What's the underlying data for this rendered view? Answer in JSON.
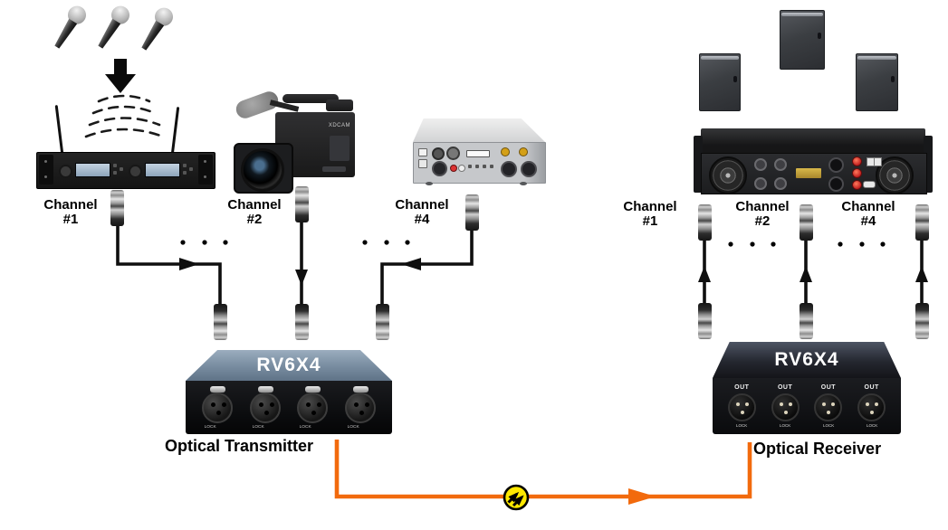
{
  "transmitter_side": {
    "channels": [
      {
        "word": "Channel",
        "number": "#1"
      },
      {
        "word": "Channel",
        "number": "#2"
      },
      {
        "word": "Channel",
        "number": "#4"
      }
    ],
    "device": {
      "model": "RV6X4",
      "label": "Optical Transmitter",
      "socket_lock": "LOCK"
    }
  },
  "receiver_side": {
    "channels": [
      {
        "word": "Channel",
        "number": "#1"
      },
      {
        "word": "Channel",
        "number": "#2"
      },
      {
        "word": "Channel",
        "number": "#4"
      }
    ],
    "device": {
      "model": "RV6X4",
      "label": "Optical Receiver",
      "socket_out": "OUT",
      "socket_lock": "LOCK"
    }
  },
  "camera": {
    "brand": "XDCAM"
  },
  "link": {
    "cable_color": "#F26A0D",
    "symbol_color": "#FFE800"
  }
}
